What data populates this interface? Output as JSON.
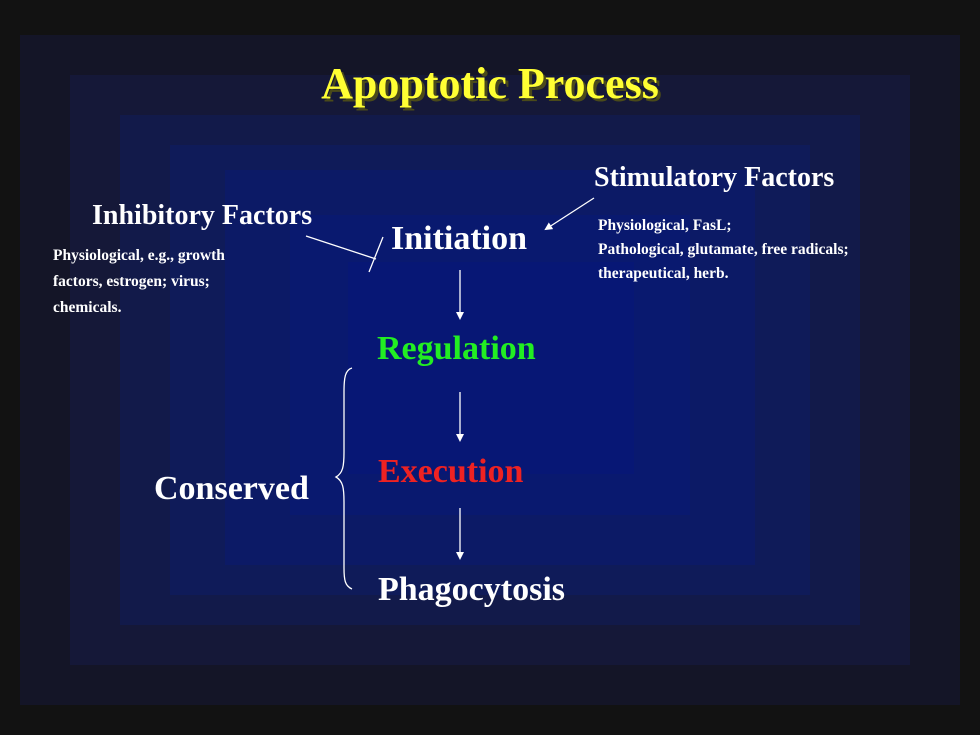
{
  "slide": {
    "title": "Apoptotic Process"
  },
  "inhibitory": {
    "heading": "Inhibitory Factors",
    "lines": [
      "Physiological, e.g., growth",
      "factors, estrogen; virus;",
      "chemicals."
    ]
  },
  "stimulatory": {
    "heading": "Stimulatory Factors",
    "lines": [
      "Physiological, FasL;",
      "Pathological, glutamate, free radicals;",
      "therapeutical, herb."
    ]
  },
  "stages": {
    "initiation": "Initiation",
    "regulation": "Regulation",
    "execution": "Execution",
    "phagocytosis": "Phagocytosis"
  },
  "conserved_label": "Conserved",
  "colors": {
    "title": "#ffff33",
    "regulation": "#22ee22",
    "execution": "#ee2222",
    "text": "#ffffff"
  }
}
